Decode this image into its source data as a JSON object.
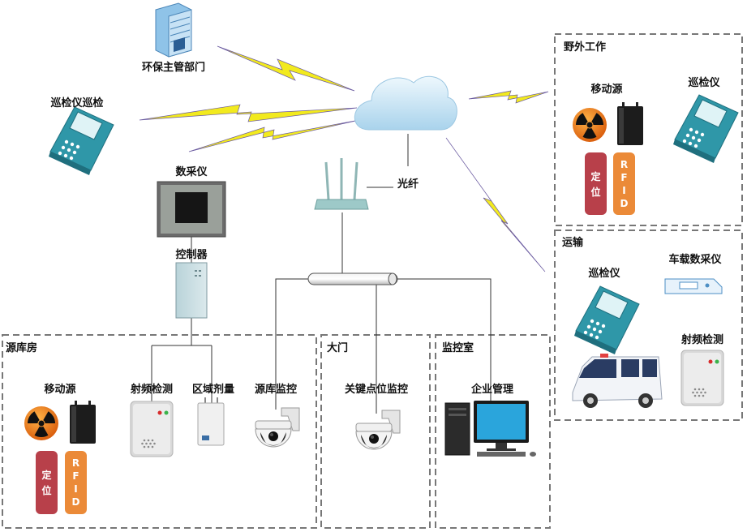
{
  "top": {
    "env_dept": "环保主管部门",
    "handheld_patrol": "巡检仪巡检",
    "fiber": "光纤"
  },
  "left_column": {
    "daq": "数采仪",
    "controller": "控制器"
  },
  "field_work": {
    "title": "野外工作",
    "mobile_source": "移动源",
    "inspector": "巡检仪",
    "locate_tag": [
      "定",
      "位"
    ],
    "rfid_tag": [
      "R",
      "F",
      "I",
      "D"
    ]
  },
  "transport": {
    "title": "运输",
    "inspector": "巡检仪",
    "vehicle_daq": "车载数采仪",
    "rf_detect": "射频检测"
  },
  "source_room": {
    "title": "源库房",
    "mobile_source": "移动源",
    "rf_detect": "射频检测",
    "area_dose": "区域剂量",
    "monitor": "源库监控",
    "locate_tag": [
      "定",
      "位"
    ],
    "rfid_tag": [
      "R",
      "F",
      "I",
      "D"
    ]
  },
  "gate": {
    "title": "大门",
    "key_point_monitor": "关键点位监控"
  },
  "monitor_room": {
    "title": "监控室",
    "enterprise_mgmt": "企业管理"
  },
  "colors": {
    "cloud": "#c8e4f4",
    "router": "#9dc9c8",
    "lightning": "#f2ea1e",
    "device_teal": "#2f97a8",
    "locate_tag": "#b8404a",
    "rfid_tag": "#eb8a38",
    "box_border": "#777777"
  },
  "icons": [
    "building-icon",
    "cloud-icon",
    "router-icon",
    "handheld-inspector-icon",
    "radiation-icon",
    "transmitter-icon",
    "rf-detector-icon",
    "dosimeter-icon",
    "dome-camera-icon",
    "computer-icon",
    "van-icon",
    "vehicle-daq-icon",
    "lightning-icon"
  ]
}
